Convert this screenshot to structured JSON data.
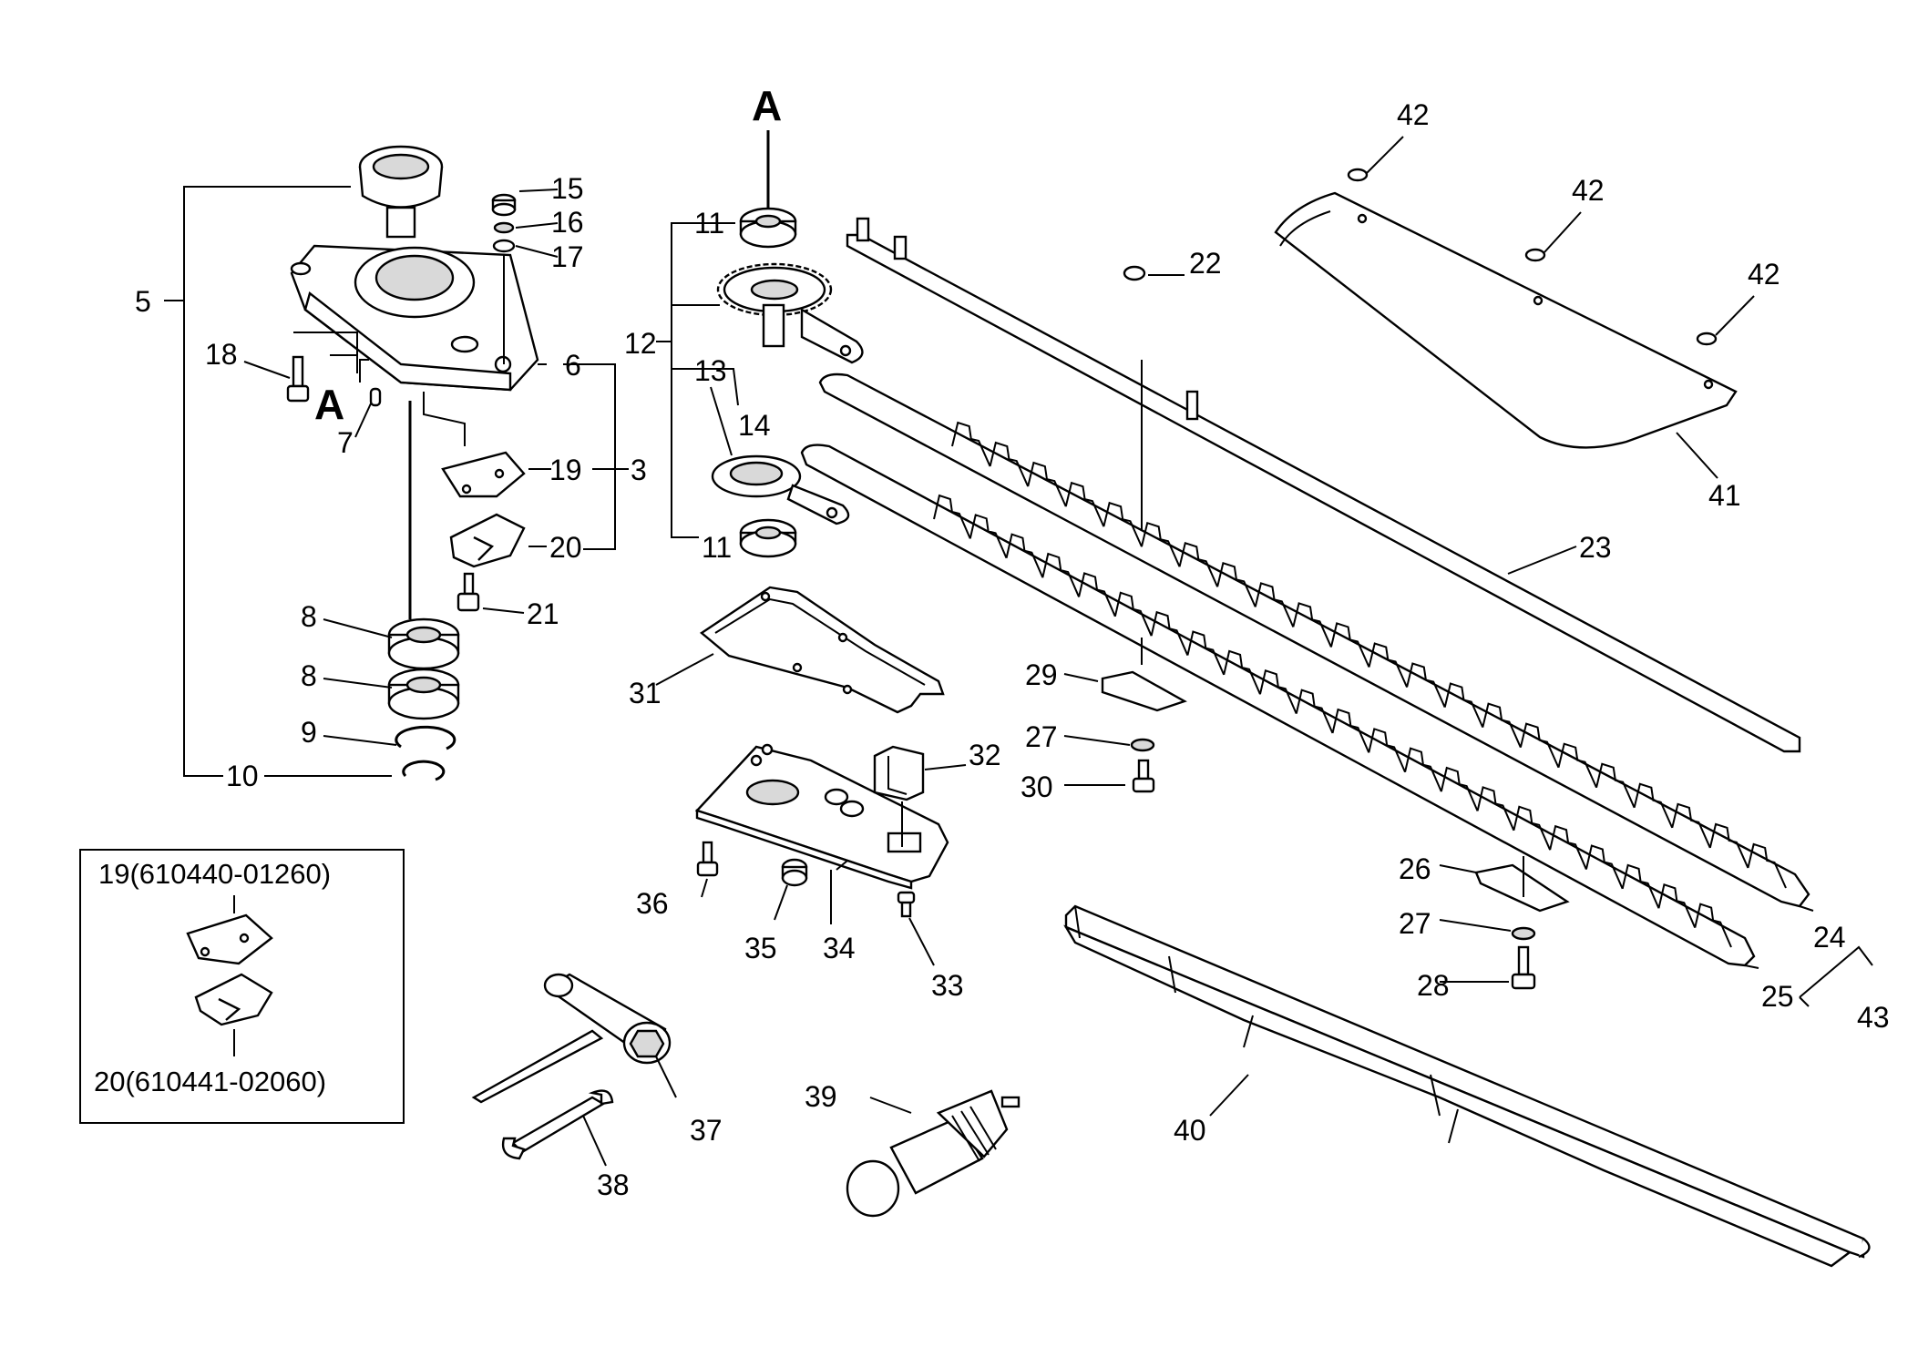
{
  "labels": {
    "n3": "3",
    "n5": "5",
    "n6": "6",
    "n7": "7",
    "n8a": "8",
    "n8b": "8",
    "n9": "9",
    "n10": "10",
    "n11a": "11",
    "n11b": "11",
    "n12": "12",
    "n13": "13",
    "n14": "14",
    "n15": "15",
    "n16": "16",
    "n17": "17",
    "n18": "18",
    "n19": "19",
    "n20": "20",
    "n21": "21",
    "n22": "22",
    "n23": "23",
    "n24": "24",
    "n25": "25",
    "n26": "26",
    "n27a": "27",
    "n27b": "27",
    "n28": "28",
    "n29": "29",
    "n30": "30",
    "n31": "31",
    "n32": "32",
    "n33": "33",
    "n34": "34",
    "n35": "35",
    "n36": "36",
    "n37": "37",
    "n38": "38",
    "n39": "39",
    "n40": "40",
    "n41": "41",
    "n42a": "42",
    "n42b": "42",
    "n42c": "42",
    "n43": "43"
  },
  "markers": {
    "a_left": "A",
    "a_top": "A"
  },
  "inset": {
    "item19": "19(610440-01260)",
    "item20": "20(610441-02060)"
  }
}
